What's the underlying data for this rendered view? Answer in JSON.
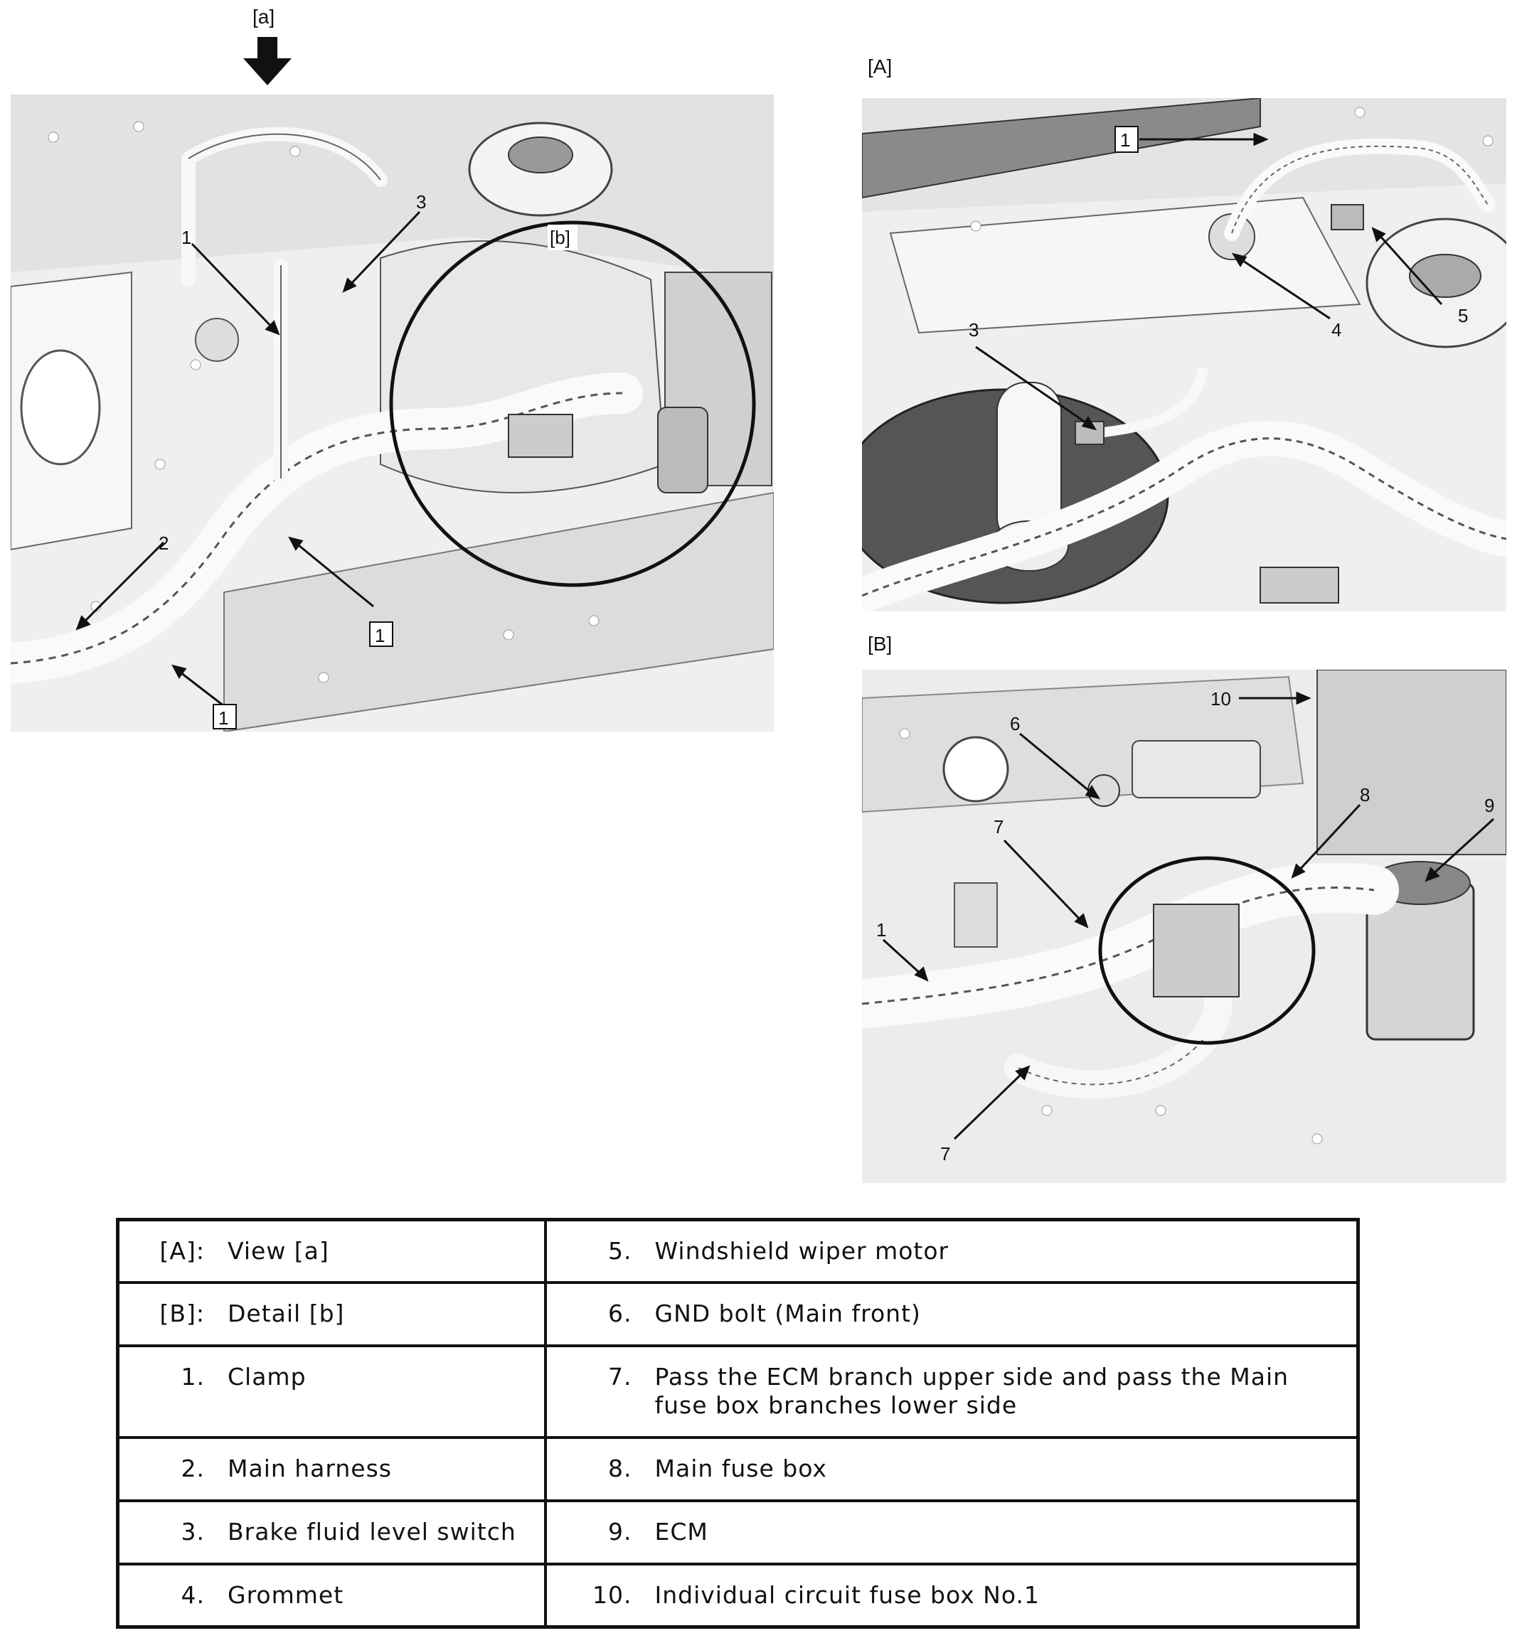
{
  "views": {
    "arrow_label": "[a]",
    "detail_label": "[b]",
    "view_a_label": "[A]",
    "view_b_label": "[B]"
  },
  "callouts": {
    "main": [
      "1",
      "2",
      "3",
      "1",
      "1"
    ],
    "view_a": [
      "1",
      "3",
      "4",
      "5"
    ],
    "view_b": [
      "10",
      "6",
      "7",
      "8",
      "9",
      "1",
      "7"
    ]
  },
  "legend": {
    "rows": [
      {
        "left_num": "[A]:",
        "left_text": "View [a]",
        "right_num": "5.",
        "right_text": "Windshield wiper motor"
      },
      {
        "left_num": "[B]:",
        "left_text": "Detail [b]",
        "right_num": "6.",
        "right_text": "GND bolt (Main front)"
      },
      {
        "left_num": "1.",
        "left_text": "Clamp",
        "right_num": "7.",
        "right_text": "Pass the ECM branch upper side and pass the Main fuse box branches lower side"
      },
      {
        "left_num": "2.",
        "left_text": "Main harness",
        "right_num": "8.",
        "right_text": "Main fuse box"
      },
      {
        "left_num": "3.",
        "left_text": "Brake fluid level switch",
        "right_num": "9.",
        "right_text": "ECM"
      },
      {
        "left_num": "4.",
        "left_text": "Grommet",
        "right_num": "10.",
        "right_text": "Individual circuit fuse box No.1"
      }
    ]
  }
}
